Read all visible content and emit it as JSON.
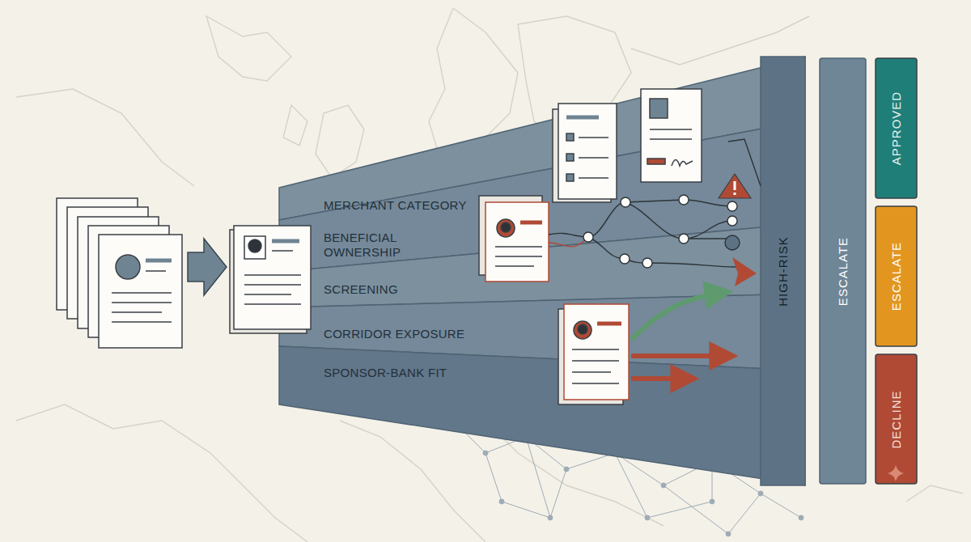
{
  "diagram": {
    "nodes": [
      {
        "text": [
          "MERCHANT CATEGORY"
        ]
      },
      {
        "text": [
          "BENEFICIAL OWNERSHIP"
        ]
      },
      {
        "text": [
          "SCREENING"
        ]
      },
      {
        "text": [
          "CORRIDOR EXPOSURE"
        ]
      },
      {
        "text": [
          "SPONSOR-BANK FIT"
        ]
      },
      {
        "text": [
          "HIGH-RISK"
        ]
      },
      {
        "text": [
          "ESCALATE"
        ]
      },
      {
        "text": [
          "APPROVED"
        ]
      },
      {
        "text": [
          "ESCALATE"
        ]
      },
      {
        "text": [
          "DECLINE"
        ]
      }
    ]
  }
}
